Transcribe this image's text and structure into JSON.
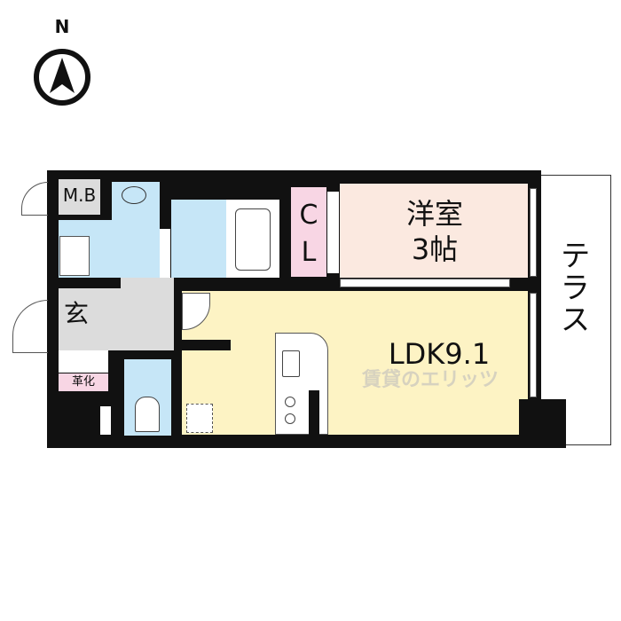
{
  "compass": {
    "label": "N"
  },
  "rooms": {
    "mb": "M.B",
    "closet_c": "C",
    "closet_l": "L",
    "western_room": "洋室",
    "western_size": "3帖",
    "ldk": "LDK9.1",
    "entrance": "玄",
    "shoe_box": "革化",
    "terrace": "テラス"
  },
  "watermark": "賃貸のエリッツ",
  "colors": {
    "wall": "#111111",
    "water": "#c6e6f7",
    "western": "#fbe9e0",
    "ldk": "#fdf3c4",
    "closet": "#f8d6e4",
    "entry": "#dcdcdc"
  }
}
